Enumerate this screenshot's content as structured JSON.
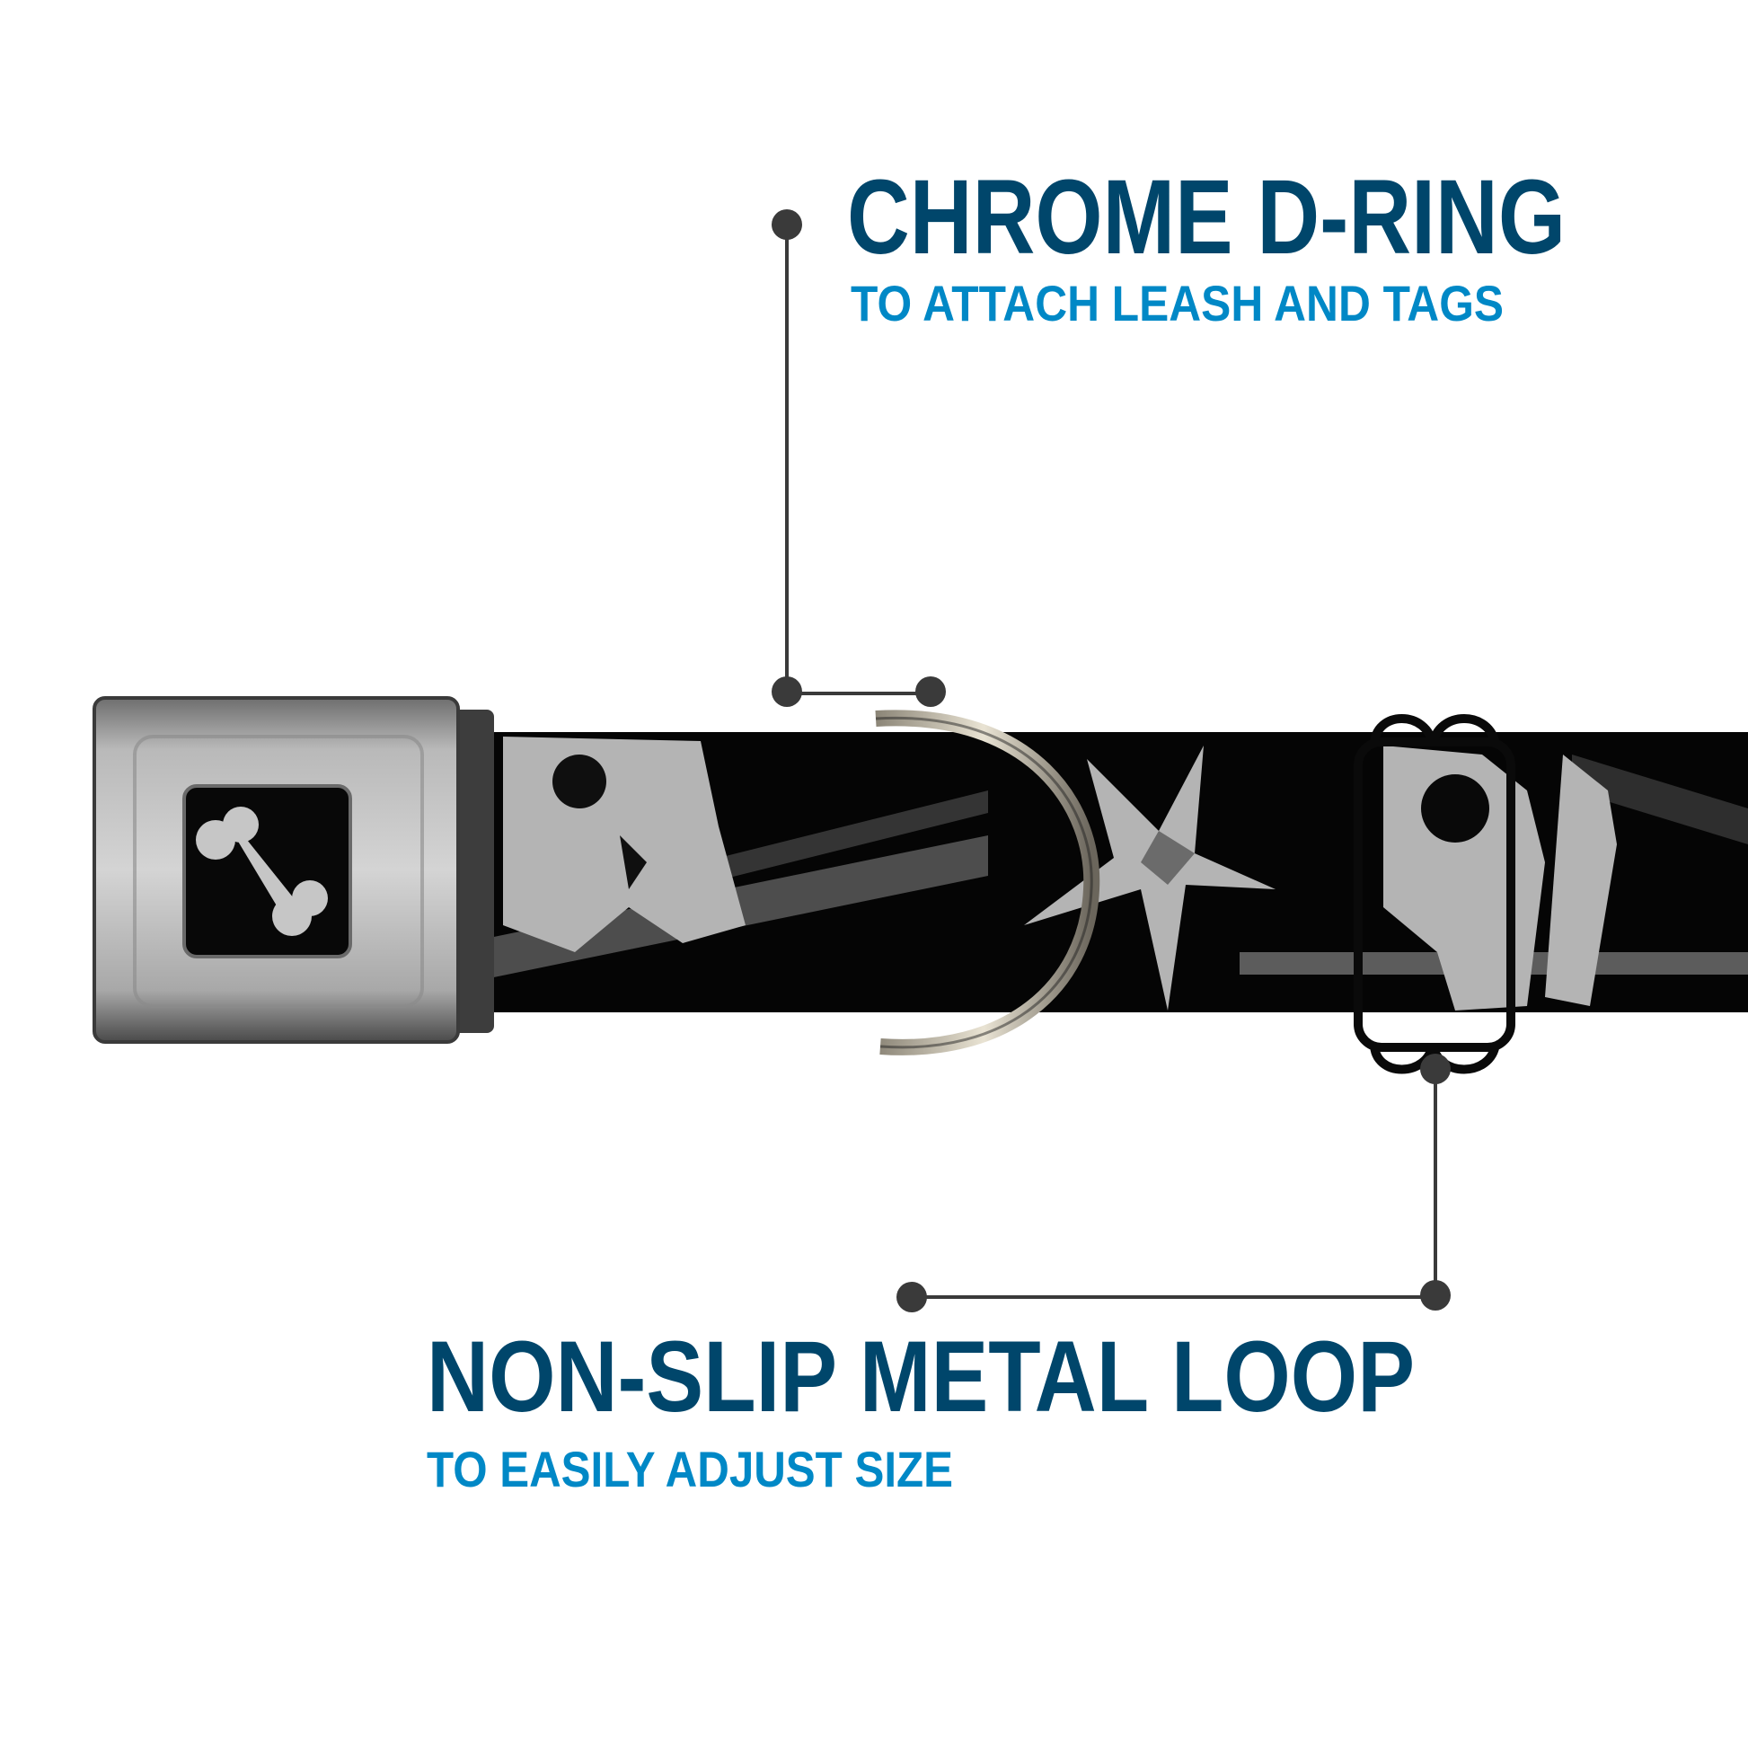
{
  "callouts": [
    {
      "title": "CHROME D-RING",
      "subtitle": "TO ATTACH LEASH AND TAGS"
    },
    {
      "title": "NON-SLIP METAL LOOP",
      "subtitle": "TO EASILY ADJUST SIZE"
    }
  ],
  "colors": {
    "title": "#00466b",
    "subtitle": "#0088c6",
    "leader": "#3a3a3a",
    "webbing": "#050505",
    "print": "#c8c8c8"
  },
  "product": {
    "buckle_logo_icon": "bone-icon",
    "pattern": "skulls-and-stars"
  }
}
